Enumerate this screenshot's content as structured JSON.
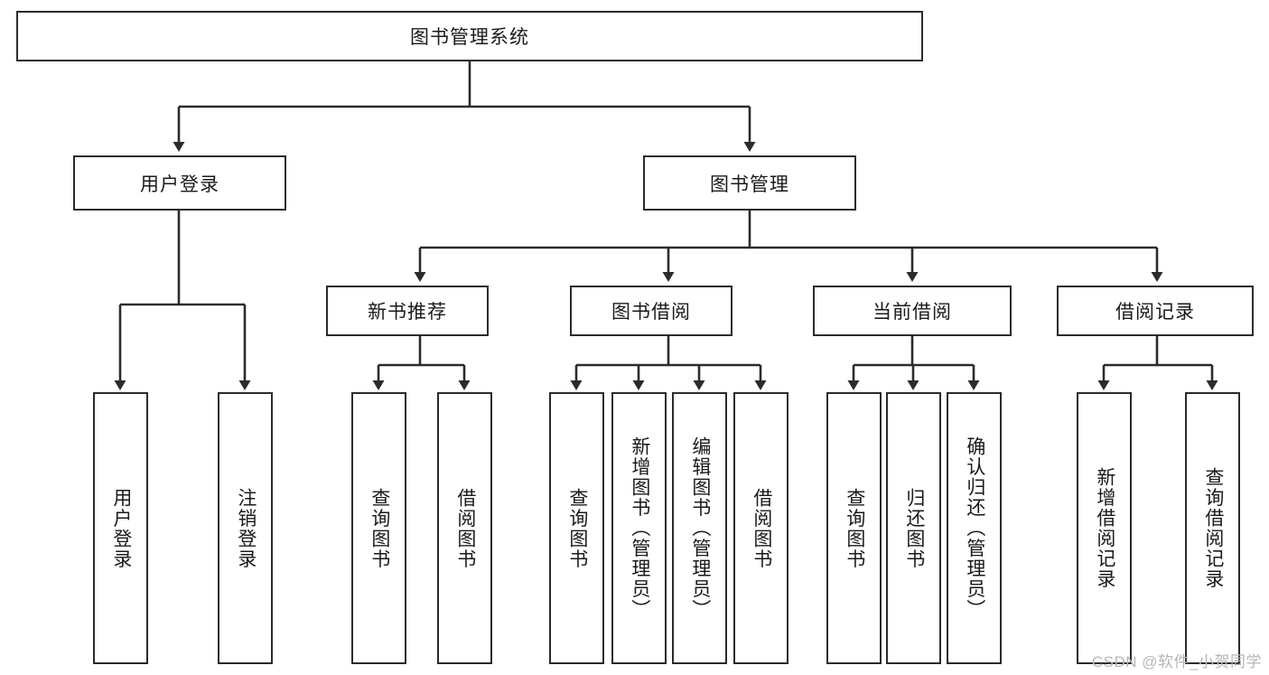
{
  "diagram": {
    "title": "图书管理系统",
    "type": "tree",
    "root": {
      "label": "图书管理系统"
    },
    "level1": [
      {
        "label": "用户登录"
      },
      {
        "label": "图书管理"
      }
    ],
    "level2": [
      {
        "label": "新书推荐"
      },
      {
        "label": "图书借阅"
      },
      {
        "label": "当前借阅"
      },
      {
        "label": "借阅记录"
      }
    ],
    "leaves_user_login": [
      {
        "label": "用户登录"
      },
      {
        "label": "注销登录"
      }
    ],
    "leaves_new_book": [
      {
        "label": "查询图书"
      },
      {
        "label": "借阅图书"
      }
    ],
    "leaves_borrow": [
      {
        "label": "查询图书"
      },
      {
        "label": "新增图书（管理员）"
      },
      {
        "label": "编辑图书（管理员）"
      },
      {
        "label": "借阅图书"
      }
    ],
    "leaves_current": [
      {
        "label": "查询图书"
      },
      {
        "label": "归还图书"
      },
      {
        "label": "确认归还（管理员）"
      }
    ],
    "leaves_records": [
      {
        "label": "新增借阅记录"
      },
      {
        "label": "查询借阅记录"
      }
    ],
    "colors": {
      "stroke": "#2b2b2b",
      "fill": "#ffffff",
      "text": "#1a1a1a",
      "watermark": "#b6b6b6"
    }
  },
  "watermark": {
    "text": "CSDN @软件_小贺同学"
  }
}
